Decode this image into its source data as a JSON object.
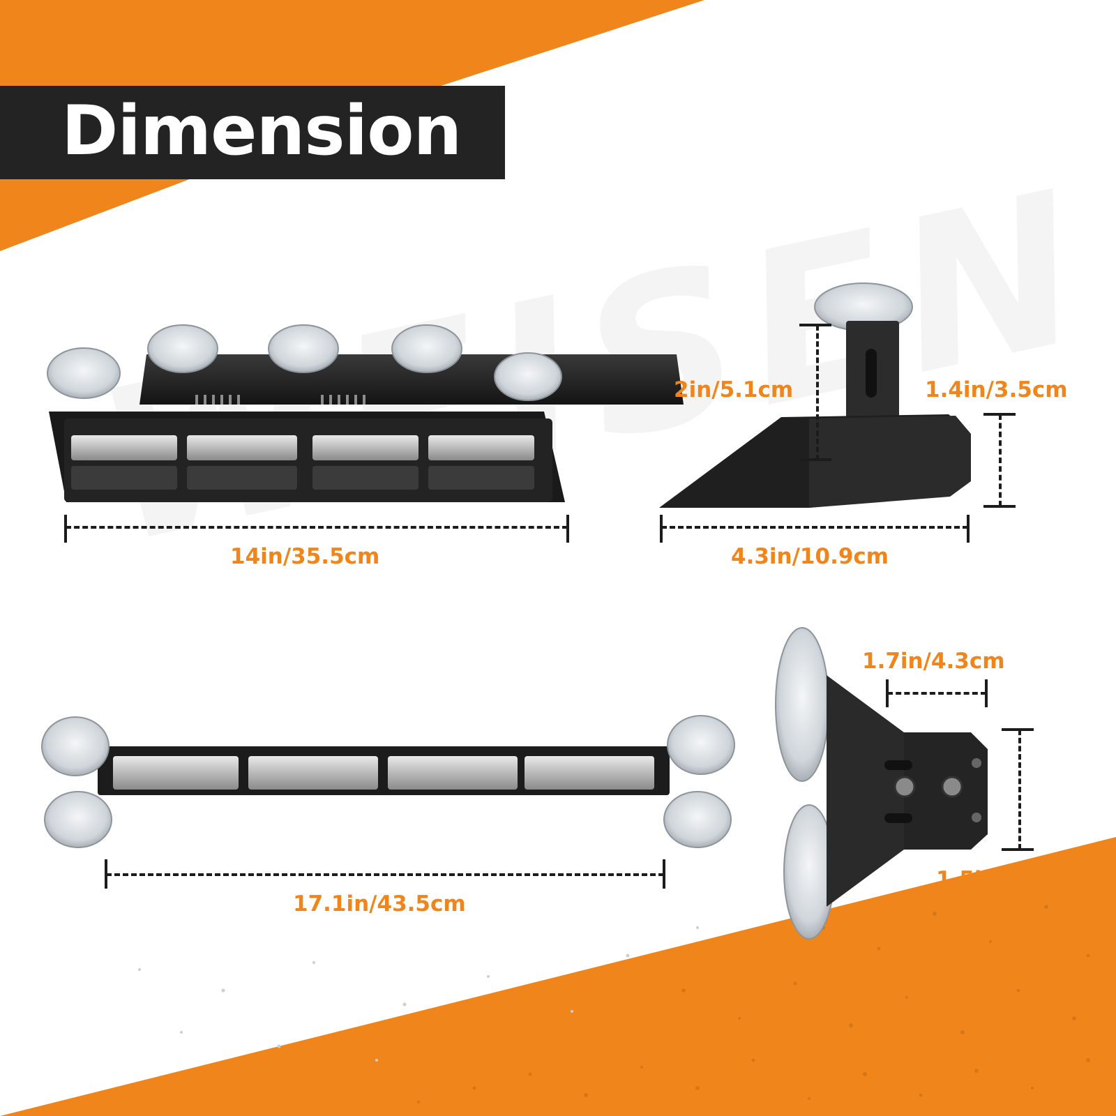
{
  "title": "Dimension",
  "watermark": "WEISEN",
  "colors": {
    "accent": "#f0861b",
    "dark": "#232323",
    "background": "#ffffff"
  },
  "dimensions": {
    "front_width": "14in/35.5cm",
    "side_height": "2in/5.1cm",
    "side_thickness": "1.4in/3.5cm",
    "side_depth": "4.3in/10.9cm",
    "full_width": "17.1in/43.5cm",
    "bracket_width": "1.7in/4.3cm",
    "bracket_height": "1.5in/3:8cm"
  }
}
